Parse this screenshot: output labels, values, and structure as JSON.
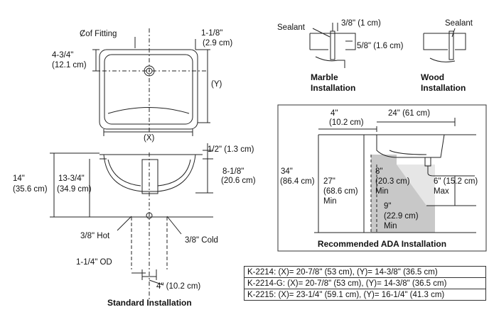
{
  "standard": {
    "fitting": "Ȼof Fitting",
    "side_1_1_8": "1-1/8\"",
    "side_2_9": "(2.9 cm)",
    "top_4_3_4": "4-3/4\"",
    "top_12_1": "(12.1 cm)",
    "y_dim": "(Y)",
    "x_dim": "(X)",
    "rim_1_2": "1/2\" (1.3 cm)",
    "depth_8_1_8": "8-1/8\"",
    "depth_20_6": "(20.6 cm)",
    "h_14": "14\"",
    "h_35_6": "(35.6 cm)",
    "h_13_3_4": "13-3/4\"",
    "h_34_9": "(34.9 cm)",
    "hot": "3/8\" Hot",
    "cold": "3/8\" Cold",
    "od": "1-1/4\" OD",
    "spacing": "4\" (10.2 cm)",
    "title": "Standard Installation"
  },
  "marble": {
    "sealant": "Sealant",
    "dim_3_8": "3/8\" (1 cm)",
    "dim_5_8": "5/8\" (1.6 cm)",
    "title_line1": "Marble",
    "title_line2": "Installation"
  },
  "wood": {
    "sealant": "Sealant",
    "title_line1": "Wood",
    "title_line2": "Installation"
  },
  "ada": {
    "d_4": "4\"",
    "d_10_2": "(10.2 cm)",
    "d_24": "24\" (61 cm)",
    "d_34": "34\"",
    "d_86_4": "(86.4 cm)",
    "d_27": "27\"",
    "d_68_6": "(68.6 cm)",
    "min_a": "Min",
    "d_8": "8\"",
    "d_20_3": "(20.3 cm)",
    "min_b": "Min",
    "d_6": "6\" (15.2 cm)",
    "max": "Max",
    "d_9": "9\"",
    "d_22_9": "(22.9 cm)",
    "min_c": "Min",
    "title": "Recommended ADA Installation"
  },
  "specs": [
    "K-2214: (X)= 20-7/8\" (53 cm), (Y)= 14-3/8\" (36.5 cm)",
    "K-2214-G: (X)= 20-7/8\" (53 cm), (Y)= 14-3/8\" (36.5 cm)",
    "K-2215: (X)= 23-1/4\" (59.1 cm), (Y)= 16-1/4\" (41.3 cm)"
  ]
}
